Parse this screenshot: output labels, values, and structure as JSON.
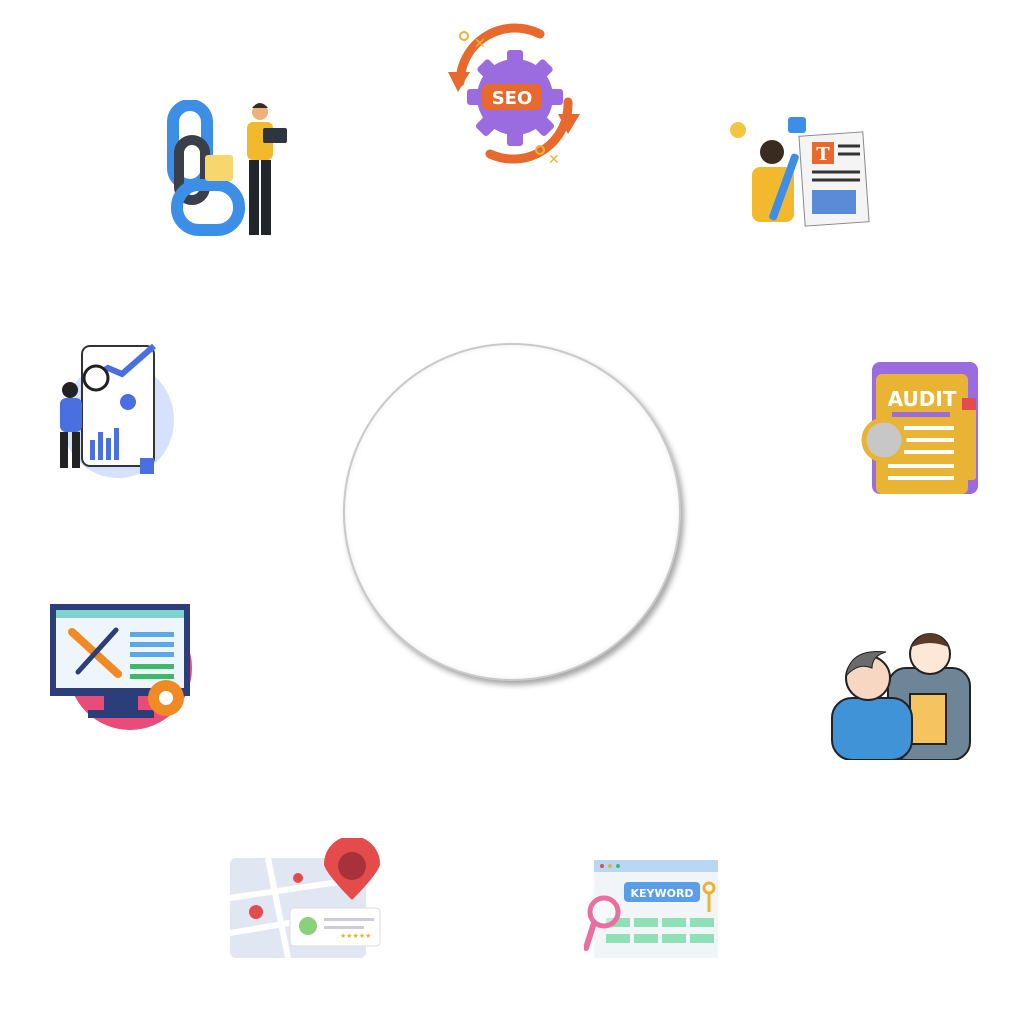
{
  "illustrations": {
    "seo_gear": {
      "label": "SEO",
      "icon": "seo-gear-icon"
    },
    "audit": {
      "label": "AUDIT",
      "icon": "audit-document-icon"
    },
    "keyword": {
      "label": "KEYWORD",
      "icon": "keyword-search-icon"
    },
    "content": {
      "label": "T",
      "icon": "content-writing-icon"
    },
    "link_building": {
      "icon": "chain-link-icon"
    },
    "analytics": {
      "icon": "analytics-magnifier-icon"
    },
    "technical": {
      "icon": "monitor-tools-icon"
    },
    "consultation": {
      "icon": "consultation-people-icon"
    },
    "local_seo": {
      "icon": "map-pin-icon"
    }
  },
  "colors": {
    "orange": "#e8692e",
    "purple": "#9b6be0",
    "blue": "#3d8ee6",
    "pink": "#ea4c7a",
    "gold": "#e9b434",
    "red": "#e54b4b"
  }
}
